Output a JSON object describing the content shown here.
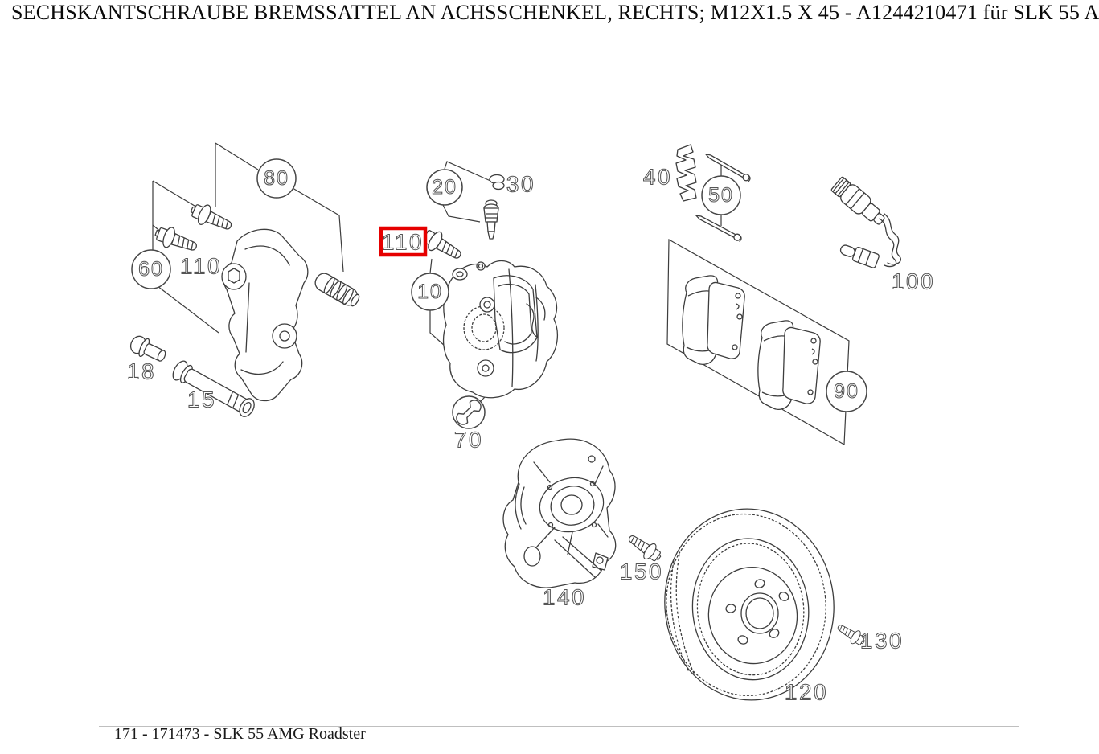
{
  "page": {
    "title": "SECHSKANTSCHRAUBE BREMSSATTEL AN ACHSSCHENKEL, RECHTS; M12X1.5 X 45 - A1244210471 für SLK 55 A",
    "footer": "171 - 171473 - SLK 55 AMG Roadster"
  },
  "colors": {
    "highlight_box": "#e60000",
    "line_art": "#3d3d3d",
    "background": "#ffffff",
    "footer_rule": "#bfbfbf"
  },
  "diagram": {
    "selected_part": "110",
    "icons": {
      "p70_icon": "wrench-icon"
    },
    "parts": {
      "p10": {
        "label": "10",
        "callout": "circle"
      },
      "p15": {
        "label": "15",
        "callout": "plain"
      },
      "p18": {
        "label": "18",
        "callout": "plain"
      },
      "p20": {
        "label": "20",
        "callout": "circle"
      },
      "p30": {
        "label": "30",
        "callout": "plain"
      },
      "p40": {
        "label": "40",
        "callout": "plain"
      },
      "p50": {
        "label": "50",
        "callout": "circle"
      },
      "p60": {
        "label": "60",
        "callout": "circle"
      },
      "p70": {
        "label": "70",
        "callout": "circle-wrench"
      },
      "p80": {
        "label": "80",
        "callout": "circle"
      },
      "p90": {
        "label": "90",
        "callout": "circle"
      },
      "p100": {
        "label": "100",
        "callout": "plain"
      },
      "p110_left": {
        "label": "110",
        "callout": "plain"
      },
      "p110_selected": {
        "label": "110",
        "callout": "boxed-red"
      },
      "p120": {
        "label": "120",
        "callout": "plain"
      },
      "p130": {
        "label": "130",
        "callout": "plain"
      },
      "p140": {
        "label": "140",
        "callout": "plain"
      },
      "p150": {
        "label": "150",
        "callout": "plain"
      }
    }
  }
}
